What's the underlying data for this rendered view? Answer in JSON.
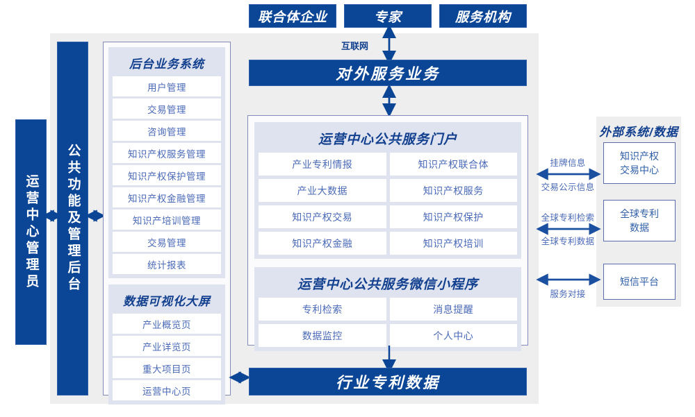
{
  "colors": {
    "primary_blue": "#0b4596",
    "panel_border": "#8189bd",
    "group_bg": "#dfe3f0",
    "region_bg": "#eeeeee",
    "cell_text": "#4a6ab8",
    "title_text": "#12408f"
  },
  "top_actors": [
    {
      "label": "联合体企业"
    },
    {
      "label": "专家"
    },
    {
      "label": "服务机构"
    }
  ],
  "network_label": "互联网",
  "external_service_banner": "对外服务业务",
  "industry_data_banner": "行业专利数据",
  "left_bars": [
    {
      "name": "operator-bar",
      "label": "运营中心管理员"
    },
    {
      "name": "common-function-bar",
      "label": "公共功能及管理后台"
    }
  ],
  "backend_panel": {
    "groups": [
      {
        "title": "后台业务系统",
        "items": [
          "用户管理",
          "交易管理",
          "咨询管理",
          "知识产权服务管理",
          "知识产权保护管理",
          "知识产权金融管理",
          "知识产培训管理",
          "交易管理",
          "统计报表"
        ]
      },
      {
        "title": "数据可视化大屏",
        "items": [
          "产业概览页",
          "产业详览页",
          "重大项目页",
          "运营中心页"
        ]
      }
    ]
  },
  "center_panel": {
    "groups": [
      {
        "title": "运营中心公共服务门户",
        "items": [
          "产业专利情报",
          "知识产权联合体",
          "产业大数据",
          "知识产权服务",
          "知识产权交易",
          "知识产权保护",
          "知识产权金融",
          "知识产权培训"
        ]
      },
      {
        "title": "运营中心公共服务微信小程序",
        "items": [
          "专利检索",
          "消息提醒",
          "数据监控",
          "个人中心"
        ]
      }
    ]
  },
  "external": {
    "title": "外部系统/数据",
    "boxes": [
      {
        "label": "知识产权\n交易中心",
        "line1": "知识产权",
        "line2": "交易中心"
      },
      {
        "label": "全球专利\n数据",
        "line1": "全球专利",
        "line2": "数据"
      },
      {
        "label": "短信平台",
        "line1": "短信平台",
        "line2": ""
      }
    ],
    "connectors": [
      {
        "above": "挂牌信息",
        "below": "交易公示信息"
      },
      {
        "above": "全球专利检索",
        "below": "全球专利数据"
      },
      {
        "above": "",
        "below": "服务对接"
      }
    ]
  }
}
